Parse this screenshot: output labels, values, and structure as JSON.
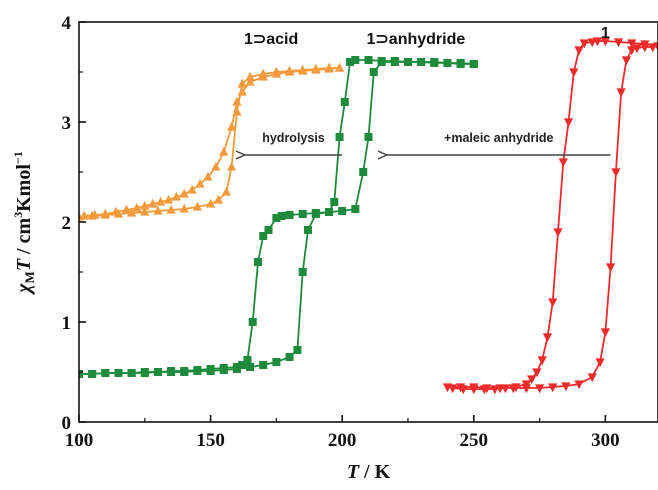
{
  "chart_data": {
    "type": "scatter",
    "title": "",
    "xlabel": "T / K",
    "ylabel": "χMT / cm3Kmol-1",
    "xlim": [
      100,
      320
    ],
    "ylim": [
      0,
      4
    ],
    "xticks": [
      100,
      150,
      200,
      250,
      300
    ],
    "yticks": [
      0,
      1,
      2,
      3,
      4
    ],
    "grid": false,
    "series": [
      {
        "name": "1⊃acid",
        "color": "#f39a3c",
        "marker": "triangle-up",
        "heating_x": [
          100,
          105,
          110,
          115,
          120,
          125,
          130,
          135,
          140,
          145,
          150,
          153,
          156,
          158,
          160,
          162,
          165,
          170,
          175,
          180,
          185,
          190,
          195,
          199
        ],
        "heating_y": [
          2.05,
          2.06,
          2.07,
          2.08,
          2.09,
          2.1,
          2.11,
          2.12,
          2.13,
          2.15,
          2.18,
          2.22,
          2.3,
          2.55,
          3.1,
          3.38,
          3.45,
          3.48,
          3.5,
          3.51,
          3.52,
          3.53,
          3.54,
          3.54
        ],
        "cooling_x": [
          199,
          195,
          190,
          185,
          180,
          175,
          170,
          165,
          162,
          160,
          158,
          155,
          152,
          149,
          146,
          143,
          140,
          137,
          134,
          131,
          128,
          125,
          122,
          118,
          114,
          110,
          106,
          102
        ],
        "cooling_y": [
          3.54,
          3.53,
          3.52,
          3.51,
          3.5,
          3.48,
          3.45,
          3.4,
          3.3,
          3.2,
          2.95,
          2.7,
          2.55,
          2.45,
          2.38,
          2.32,
          2.28,
          2.25,
          2.22,
          2.2,
          2.18,
          2.16,
          2.14,
          2.12,
          2.1,
          2.08,
          2.07,
          2.06
        ]
      },
      {
        "name": "1⊃anhydride",
        "color": "#1e8a3c",
        "marker": "square",
        "heating_x": [
          100,
          105,
          110,
          115,
          120,
          125,
          130,
          135,
          140,
          145,
          150,
          155,
          160,
          165,
          170,
          175,
          180,
          183,
          185,
          187,
          190,
          195,
          200,
          205,
          208,
          210,
          212,
          215,
          220,
          225,
          230,
          235,
          240,
          245,
          250
        ],
        "heating_y": [
          0.48,
          0.48,
          0.49,
          0.49,
          0.49,
          0.49,
          0.5,
          0.5,
          0.5,
          0.51,
          0.51,
          0.52,
          0.53,
          0.55,
          0.57,
          0.6,
          0.65,
          0.72,
          1.5,
          1.92,
          2.08,
          2.1,
          2.11,
          2.13,
          2.5,
          2.85,
          3.5,
          3.6,
          3.6,
          3.6,
          3.6,
          3.59,
          3.59,
          3.58,
          3.58
        ],
        "cooling_x": [
          250,
          245,
          240,
          235,
          230,
          225,
          220,
          215,
          210,
          205,
          203,
          201,
          199,
          197,
          195,
          190,
          185,
          180,
          177,
          175,
          172,
          170,
          168,
          166,
          164,
          162,
          160,
          155,
          150,
          145,
          140,
          135,
          130,
          125,
          120,
          115,
          110,
          105,
          100
        ],
        "cooling_y": [
          3.58,
          3.59,
          3.59,
          3.6,
          3.6,
          3.6,
          3.61,
          3.61,
          3.62,
          3.62,
          3.6,
          3.2,
          2.85,
          2.2,
          2.1,
          2.09,
          2.08,
          2.07,
          2.06,
          2.04,
          1.92,
          1.86,
          1.6,
          1.0,
          0.62,
          0.57,
          0.55,
          0.54,
          0.53,
          0.52,
          0.51,
          0.51,
          0.5,
          0.5,
          0.49,
          0.49,
          0.49,
          0.48,
          0.48
        ]
      },
      {
        "name": "1",
        "color": "#ee2b2b",
        "marker": "triangle-down",
        "heating_x": [
          240,
          245,
          250,
          255,
          260,
          265,
          270,
          275,
          280,
          285,
          290,
          295,
          298,
          300,
          302,
          304,
          306,
          308,
          310,
          312,
          315,
          318,
          320
        ],
        "heating_y": [
          0.35,
          0.35,
          0.35,
          0.34,
          0.34,
          0.34,
          0.34,
          0.34,
          0.35,
          0.36,
          0.38,
          0.45,
          0.6,
          0.9,
          1.55,
          2.5,
          3.3,
          3.62,
          3.72,
          3.74,
          3.75,
          3.75,
          3.76
        ],
        "cooling_x": [
          320,
          315,
          310,
          305,
          300,
          297,
          295,
          292,
          290,
          288,
          286,
          284,
          282,
          280,
          278,
          276,
          274,
          272,
          270,
          266,
          262,
          258,
          254,
          250,
          246,
          242
        ],
        "cooling_y": [
          3.76,
          3.78,
          3.79,
          3.8,
          3.81,
          3.81,
          3.8,
          3.79,
          3.72,
          3.5,
          3.0,
          2.6,
          1.9,
          1.2,
          0.85,
          0.62,
          0.5,
          0.43,
          0.38,
          0.35,
          0.34,
          0.33,
          0.33,
          0.33,
          0.33,
          0.34
        ]
      }
    ],
    "annotations": [
      {
        "text": "hydrolysis",
        "arrow_from_x": 200,
        "arrow_to_x": 163,
        "y": 2.82
      },
      {
        "text": "+maleic anhydride",
        "arrow_from_x": 302,
        "arrow_to_x": 217,
        "y": 2.82
      }
    ],
    "series_labels": [
      {
        "text": "1⊃acid",
        "x": 173,
        "y": 3.78
      },
      {
        "text": "1⊃anhydride",
        "x": 228,
        "y": 3.78
      },
      {
        "text": "1",
        "x": 300,
        "y": 3.84
      }
    ]
  }
}
